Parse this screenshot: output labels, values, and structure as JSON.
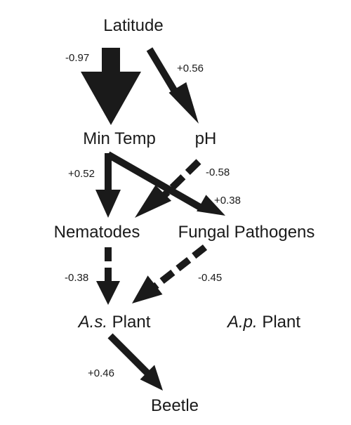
{
  "nodes": {
    "latitude": "Latitude",
    "min_temp": "Min Temp",
    "ph": "pH",
    "nematodes": "Nematodes",
    "fungal_pathogens": "Fungal Pathogens",
    "as_plant": {
      "species": "A.s.",
      "suffix": " Plant"
    },
    "ap_plant": {
      "species": "A.p.",
      "suffix": " Plant"
    },
    "beetle": "Beetle"
  },
  "paths": [
    {
      "id": "latitude-to-min-temp",
      "from": "Latitude",
      "to": "Min Temp",
      "coefficient": "-0.97",
      "line_style": "solid"
    },
    {
      "id": "latitude-to-ph",
      "from": "Latitude",
      "to": "pH",
      "coefficient": "+0.56",
      "line_style": "solid"
    },
    {
      "id": "min-temp-to-nematodes",
      "from": "Min Temp",
      "to": "Nematodes",
      "coefficient": "+0.52",
      "line_style": "solid"
    },
    {
      "id": "ph-to-nematodes",
      "from": "pH",
      "to": "Nematodes",
      "coefficient": "-0.58",
      "line_style": "dashed"
    },
    {
      "id": "min-temp-to-fungal-pathogens",
      "from": "Min Temp",
      "to": "Fungal Pathogens",
      "coefficient": "+0.38",
      "line_style": "solid"
    },
    {
      "id": "nematodes-to-as-plant",
      "from": "Nematodes",
      "to": "A.s. Plant",
      "coefficient": "-0.38",
      "line_style": "dashed"
    },
    {
      "id": "fungal-pathogens-to-as-plant",
      "from": "Fungal Pathogens",
      "to": "A.s. Plant",
      "coefficient": "-0.45",
      "line_style": "dashed"
    },
    {
      "id": "as-plant-to-beetle",
      "from": "A.s. Plant",
      "to": "Beetle",
      "coefficient": "+0.46",
      "line_style": "solid"
    }
  ],
  "colors": {
    "ink": "#1a1a1a",
    "background": "#ffffff"
  }
}
